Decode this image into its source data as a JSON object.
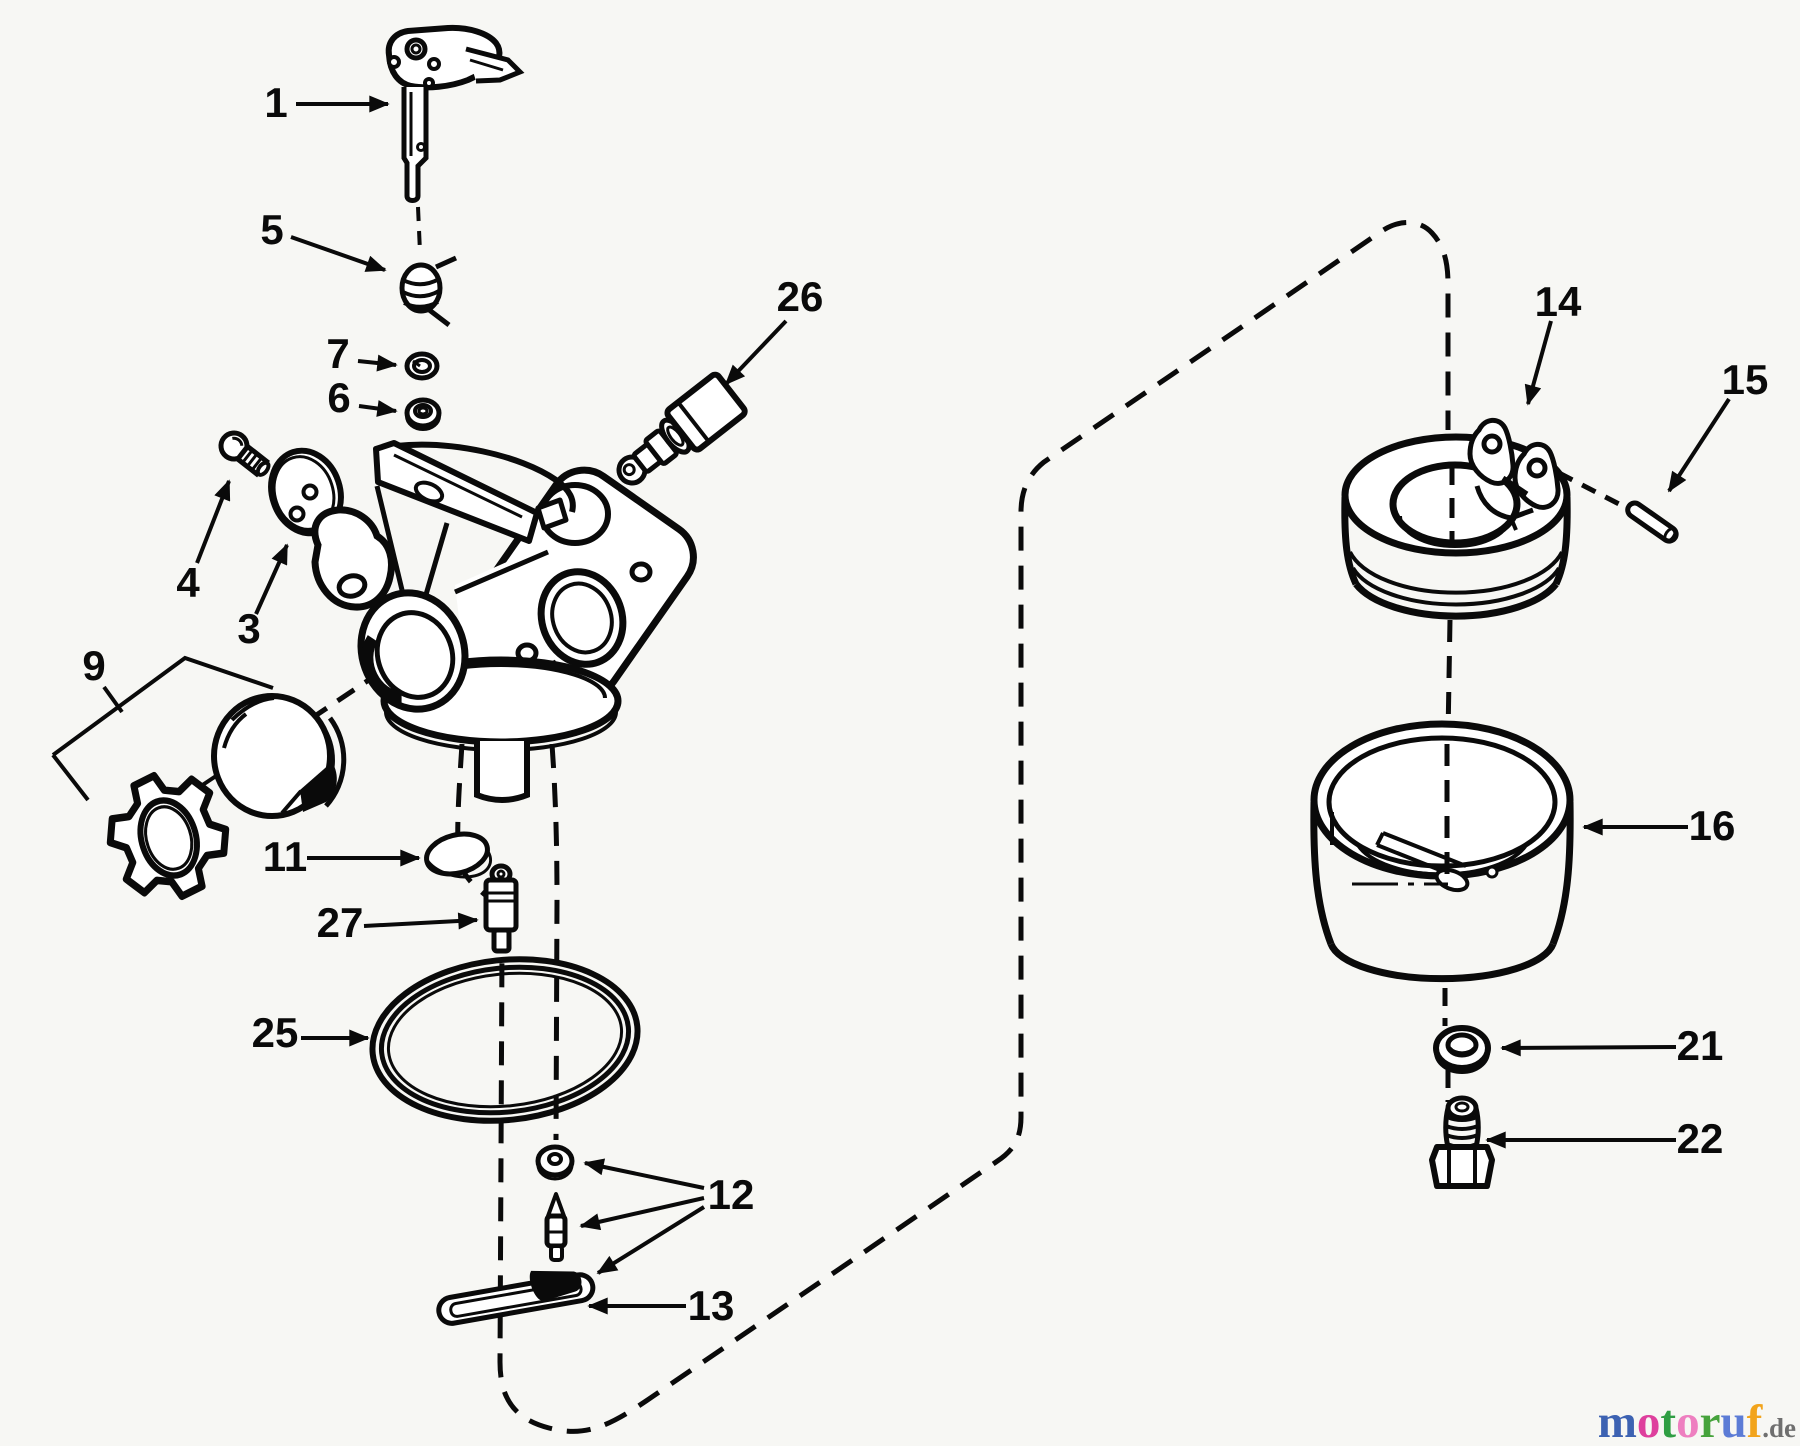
{
  "figure": {
    "kind": "exploded-parts-diagram",
    "subject": "carburetor assembly",
    "background_color": "#f7f7f4",
    "ink_color": "#0a0a0a"
  },
  "callouts": {
    "1": "1",
    "3": "3",
    "4": "4",
    "5": "5",
    "6": "6",
    "7": "7",
    "9": "9",
    "11": "11",
    "12": "12",
    "13": "13",
    "14": "14",
    "15": "15",
    "16": "16",
    "21": "21",
    "22": "22",
    "25": "25",
    "26": "26",
    "27": "27"
  },
  "logo": {
    "word": [
      {
        "ch": "m",
        "color": "#3d62b2"
      },
      {
        "ch": "o",
        "color": "#de3f9d"
      },
      {
        "ch": "t",
        "color": "#2f9e43"
      },
      {
        "ch": "o",
        "color": "#ee7fc0"
      },
      {
        "ch": "r",
        "color": "#46a33c"
      },
      {
        "ch": "u",
        "color": "#5c7cd6"
      },
      {
        "ch": "f",
        "color": "#f2a41c"
      }
    ],
    "suffix": ".de",
    "suffix_color": "#6f6f6f"
  }
}
